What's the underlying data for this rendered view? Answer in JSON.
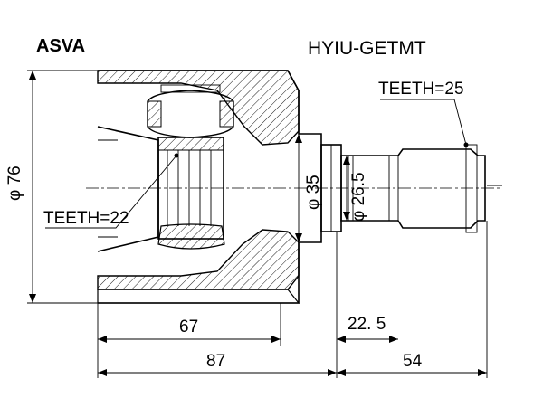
{
  "header": {
    "brand": "ASVA",
    "part_number": "HYIU-GETMT"
  },
  "annotations": {
    "teeth_outer": "TEETH=25",
    "teeth_inner": "TEETH=22"
  },
  "dimensions": {
    "outer_diameter": "φ 76",
    "mid_diameter": "φ 35",
    "shaft_diameter": "φ 26.5",
    "length_67": "67",
    "length_87": "87",
    "length_22_5": "22. 5",
    "length_54": "54"
  },
  "colors": {
    "line": "#000000",
    "background": "#ffffff"
  }
}
